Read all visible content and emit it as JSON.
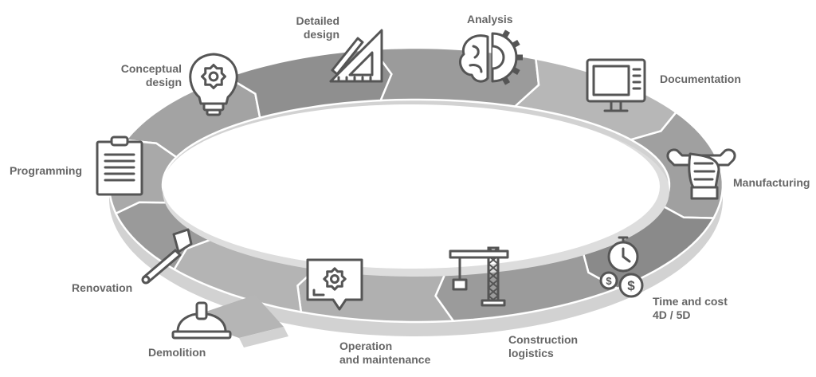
{
  "colors": {
    "label": "#666666",
    "icon_stroke": "#555555",
    "icon_fill": "#ffffff",
    "ring_shadow": "#d2d2d2",
    "ring_inner_edge": "#dddddd",
    "segment_divider": "#ffffff"
  },
  "stages": [
    {
      "id": "conceptual-design",
      "lines": [
        "Conceptual",
        "design"
      ],
      "icon": "lightbulb-gear-icon",
      "fill": "#a3a3a3"
    },
    {
      "id": "detailed-design",
      "lines": [
        "Detailed",
        "design"
      ],
      "icon": "set-square-pencil-icon",
      "fill": "#8f8f8f"
    },
    {
      "id": "analysis",
      "lines": [
        "Analysis"
      ],
      "icon": "brain-gear-icon",
      "fill": "#9b9b9b"
    },
    {
      "id": "documentation",
      "lines": [
        "Documentation"
      ],
      "icon": "computer-monitor-icon",
      "fill": "#b7b7b7"
    },
    {
      "id": "manufacturing",
      "lines": [
        "Manufacturing"
      ],
      "icon": "hand-wrench-icon",
      "fill": "#a0a0a0"
    },
    {
      "id": "time-and-cost",
      "lines": [
        "Time and cost",
        "4D / 5D"
      ],
      "icon": "stopwatch-dollar-icon",
      "fill": "#8a8a8a"
    },
    {
      "id": "construction-logistics",
      "lines": [
        "Construction",
        "logistics"
      ],
      "icon": "tower-crane-icon",
      "fill": "#9b9b9b"
    },
    {
      "id": "operation-and-maintenance",
      "lines": [
        "Operation",
        "and maintenance"
      ],
      "icon": "speech-gear-icon",
      "fill": "#b0b0b0"
    },
    {
      "id": "demolition",
      "lines": [
        "Demolition"
      ],
      "icon": "hard-hat-icon",
      "fill": "#b4b4b4"
    },
    {
      "id": "renovation",
      "lines": [
        "Renovation"
      ],
      "icon": "paint-brush-icon",
      "fill": "#9a9a9a"
    },
    {
      "id": "programming",
      "lines": [
        "Programming"
      ],
      "icon": "clipboard-icon",
      "fill": "#a9a9a9"
    }
  ]
}
